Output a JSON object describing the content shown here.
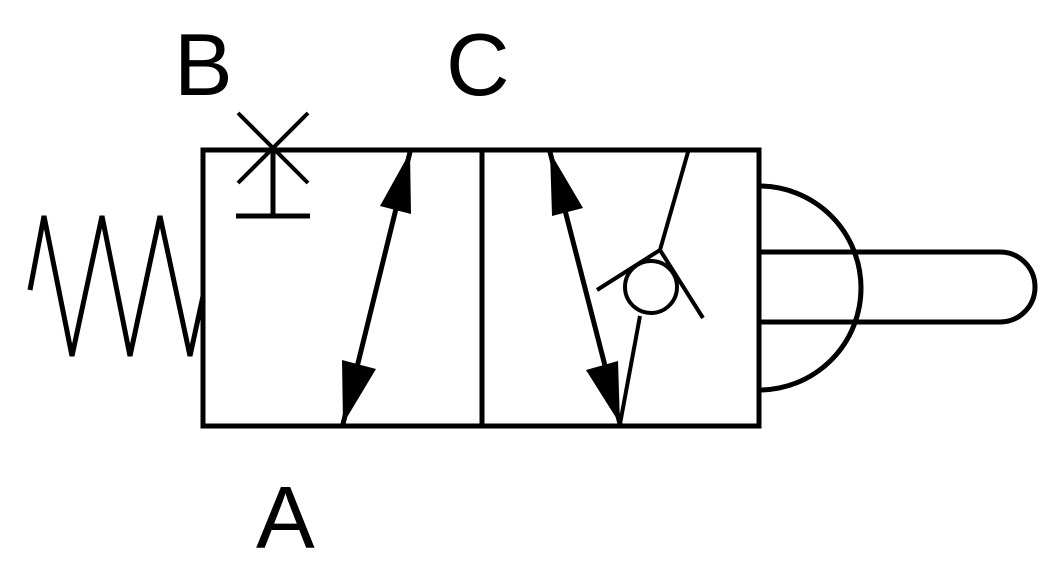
{
  "diagram": {
    "ports": {
      "port_b": "B",
      "port_c": "C",
      "port_a": "A"
    },
    "colors": {
      "stroke": "#000000",
      "background": "#ffffff"
    },
    "icons": {
      "left_actuator": "spring-icon",
      "right_actuator": "roller-lever-icon",
      "blocked_port": "blocked-port-icon",
      "check_valve": "check-valve-icon",
      "flow_arrow": "flow-arrow-icon"
    }
  }
}
